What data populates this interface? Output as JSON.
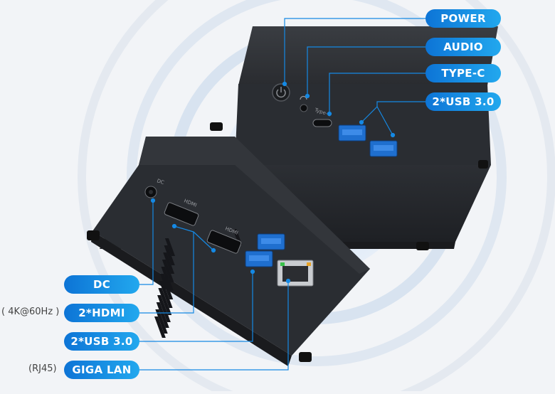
{
  "top_labels": [
    "POWER",
    "AUDIO",
    "TYPE-C",
    "2*USB 3.0"
  ],
  "bottom_labels": [
    "DC",
    "2*HDMI",
    "2*USB 3.0",
    "GIGA LAN"
  ],
  "notes": {
    "hdmi": "( 4K@60Hz )",
    "lan": "(RJ45)"
  },
  "port_text": {
    "typec": "Type-C",
    "dc": "DC",
    "hdmi": "HDMI"
  },
  "colors": {
    "accent": "#1589e4",
    "device": "#2b2e33",
    "background": "#f2f4f7"
  }
}
